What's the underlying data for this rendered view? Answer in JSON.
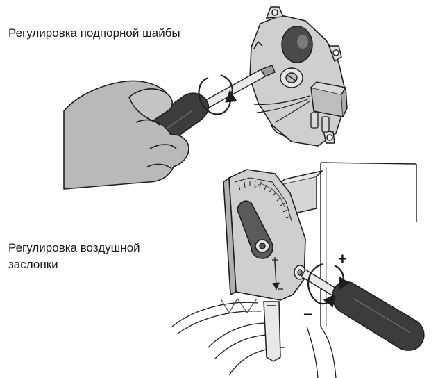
{
  "labels": {
    "top": "Регулировка подпорной шайбы",
    "bottom_line1": "Регулировка воздушной",
    "bottom_line2": "заслонки"
  },
  "signs": {
    "plus": "+",
    "minus": "−"
  },
  "colors": {
    "hand": "#b9b9b9",
    "metal": "#cfcfcf",
    "handle": "#3c3c3c",
    "outline": "#1e1e1e",
    "background": "#ffffff"
  }
}
